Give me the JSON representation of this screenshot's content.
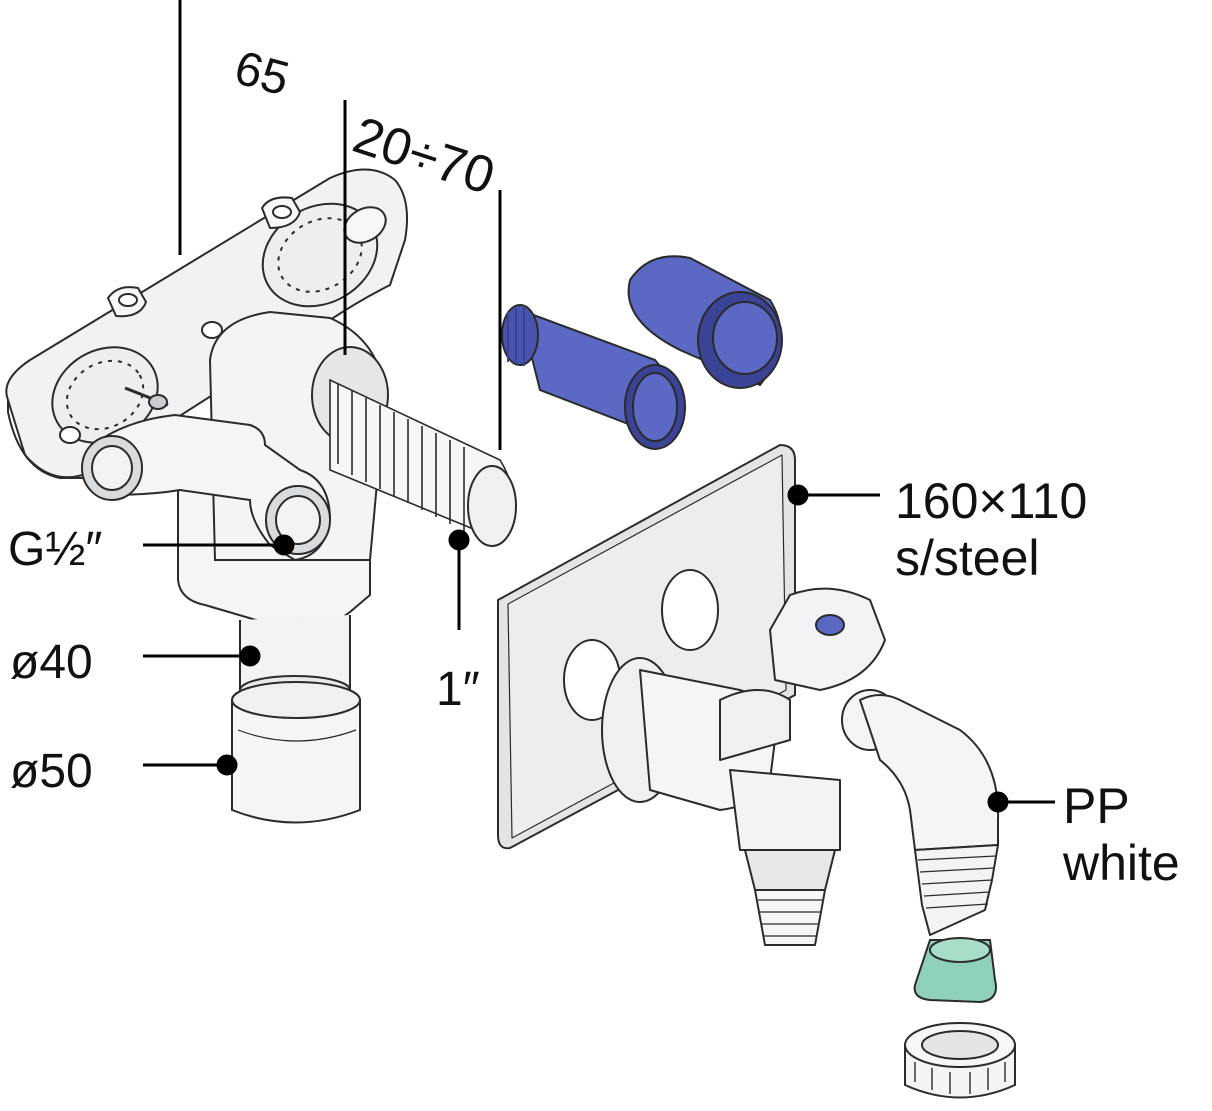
{
  "labels": {
    "dim_depth": "65",
    "dim_range": "20÷70",
    "thread_half": "G½″",
    "thread_one": "1″",
    "dia_40": "ø40",
    "dia_50": "ø50",
    "plate_size": "160×110",
    "plate_material": "s/steel",
    "elbow_material_1": "PP",
    "elbow_material_2": "white"
  },
  "colors": {
    "outline": "#2b2b2b",
    "body_white": "#f4f5f6",
    "body_shade": "#d9dcdf",
    "plate_grey": "#e3e4e6",
    "blue_cap": "#5b68c4",
    "blue_cap_dark": "#3a4396",
    "green_filter": "#8fd1b8",
    "leader": "#000000"
  }
}
